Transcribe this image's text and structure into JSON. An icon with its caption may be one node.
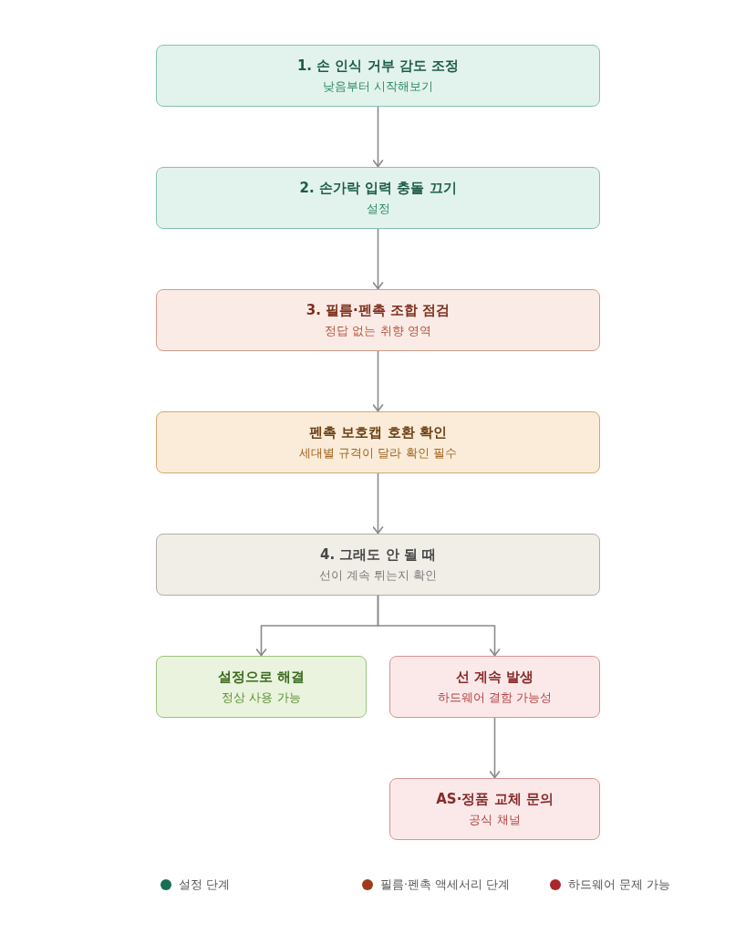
{
  "diagram": {
    "nodes": [
      {
        "text": [
          "1. 손 인식 거부 감도 조정",
          "낮음부터 시작해보기"
        ]
      },
      {
        "text": [
          "2. 손가락 입력 충돌 끄기",
          "설정"
        ]
      },
      {
        "text": [
          "3. 필름·펜촉 조합 점검",
          "정답 없는 취향 영역"
        ]
      },
      {
        "text": [
          "펜촉 보호캡 호환 확인",
          "세대별 규격이 달라 확인 필수"
        ]
      },
      {
        "text": [
          "4. 그래도 안 될 때",
          "선이 계속 튀는지 확인"
        ]
      },
      {
        "text": [
          "설정으로 해결",
          "정상 사용 가능"
        ]
      },
      {
        "text": [
          "선 계속 발생",
          "하드웨어 결함 가능성"
        ]
      },
      {
        "text": [
          "AS·정품 교체 문의",
          "공식 채널"
        ]
      }
    ],
    "edges": [
      {
        "from": 0,
        "to": 1,
        "arrow": "to"
      },
      {
        "from": 1,
        "to": 2,
        "arrow": "to"
      },
      {
        "from": 2,
        "to": 3,
        "arrow": "to"
      },
      {
        "from": 3,
        "to": 4,
        "arrow": "to"
      },
      {
        "from": 4,
        "to": 5,
        "arrow": "to"
      },
      {
        "from": 4,
        "to": 6,
        "arrow": "to"
      },
      {
        "from": 6,
        "to": 7,
        "arrow": "to"
      }
    ],
    "legend": [
      {
        "text": "설정 단계",
        "color": "#1a6e55"
      },
      {
        "text": "필름·펜촉 액세서리 단계",
        "color": "#9b3c1e"
      },
      {
        "text": "하드웨어 문제 가능",
        "color": "#a8282d"
      }
    ]
  }
}
